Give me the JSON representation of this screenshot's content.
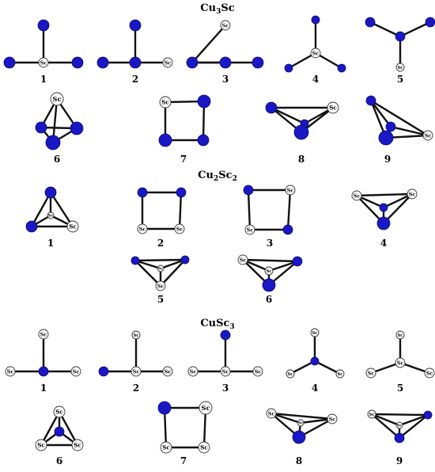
{
  "colors": {
    "cu": "#1a17c4",
    "sc": "#ffffff",
    "bond": "#111111"
  },
  "sections": [
    {
      "title": "Cu3Sc",
      "title_base": "Cu",
      "title_sub": "3",
      "title_tail": "Sc",
      "structures": [
        {
          "label": "1",
          "atoms": [
            "Cu",
            "Cu",
            "Sc",
            "Cu"
          ]
        },
        {
          "label": "2",
          "atoms": [
            "Cu",
            "Cu",
            "Cu",
            "Sc"
          ]
        },
        {
          "label": "3",
          "atoms": [
            "Sc",
            "Cu",
            "Cu",
            "Cu"
          ]
        },
        {
          "label": "4",
          "atoms": [
            "Cu",
            "Sc",
            "Cu",
            "Cu"
          ]
        },
        {
          "label": "5",
          "atoms": [
            "Cu",
            "Cu",
            "Cu",
            "Sc"
          ]
        },
        {
          "label": "6",
          "atoms": [
            "Sc",
            "Cu",
            "Cu",
            "Cu"
          ]
        },
        {
          "label": "7",
          "atoms": [
            "Sc",
            "Cu",
            "Cu",
            "Cu"
          ]
        },
        {
          "label": "8",
          "atoms": [
            "Cu",
            "Sc",
            "Cu",
            "Cu"
          ]
        },
        {
          "label": "9",
          "atoms": [
            "Cu",
            "Cu",
            "Sc",
            "Cu"
          ]
        }
      ]
    },
    {
      "title": "Cu2Sc2",
      "title_base": "Cu",
      "title_sub": "2",
      "title_tail": "Sc",
      "title_tail_sub": "2",
      "structures": [
        {
          "label": "1",
          "atoms": [
            "Cu",
            "Cu",
            "Sc",
            "Sc"
          ]
        },
        {
          "label": "2",
          "atoms": [
            "Cu",
            "Cu",
            "Sc",
            "Sc"
          ]
        },
        {
          "label": "3",
          "atoms": [
            "Cu",
            "Sc",
            "Sc",
            "Cu"
          ]
        },
        {
          "label": "4",
          "atoms": [
            "Sc",
            "Sc",
            "Cu",
            "Cu"
          ]
        },
        {
          "label": "5",
          "atoms": [
            "Cu",
            "Cu",
            "Sc",
            "Sc"
          ]
        },
        {
          "label": "6",
          "atoms": [
            "Sc",
            "Cu",
            "Sc",
            "Cu"
          ]
        }
      ]
    },
    {
      "title": "CuSc3",
      "title_base": "CuSc",
      "title_sub": "3",
      "title_tail": "",
      "structures": [
        {
          "label": "1",
          "atoms": [
            "Sc",
            "Sc",
            "Cu",
            "Sc"
          ]
        },
        {
          "label": "2",
          "atoms": [
            "Sc",
            "Cu",
            "Sc",
            "Sc"
          ]
        },
        {
          "label": "3",
          "atoms": [
            "Cu",
            "Sc",
            "Sc",
            "Sc"
          ]
        },
        {
          "label": "4",
          "atoms": [
            "Sc",
            "Cu",
            "Sc",
            "Sc"
          ]
        },
        {
          "label": "5",
          "atoms": [
            "Sc",
            "Sc",
            "Sc",
            "Sc"
          ]
        },
        {
          "label": "6",
          "atoms": [
            "Sc",
            "Cu",
            "Sc",
            "Sc"
          ]
        },
        {
          "label": "7",
          "atoms": [
            "Cu",
            "Sc",
            "Sc",
            "Sc"
          ]
        },
        {
          "label": "8",
          "atoms": [
            "Sc",
            "Sc",
            "Sc",
            "Cu"
          ]
        },
        {
          "label": "9",
          "atoms": [
            "Sc",
            "Cu",
            "Sc",
            "Cu"
          ]
        }
      ]
    }
  ]
}
